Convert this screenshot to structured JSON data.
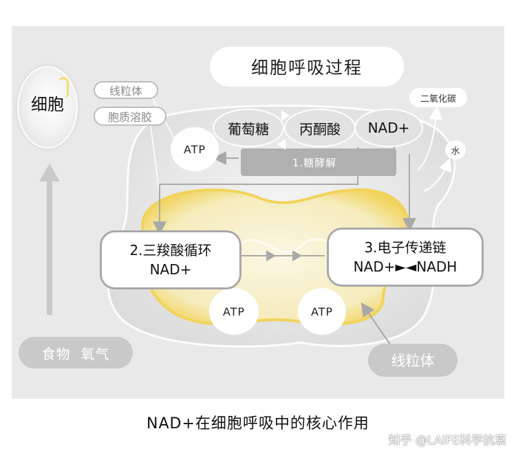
{
  "diagram": {
    "title": "细胞呼吸过程",
    "cell_label": "细胞",
    "cell_parts": [
      "线粒体",
      "胞质溶胶"
    ],
    "glycolysis_molecules": [
      "葡萄糖",
      "丙酮酸",
      "NAD+"
    ],
    "glycolysis_label": "1.糖酵解",
    "tca_box": {
      "line1": "2.三羧酸循环",
      "line2": "NAD+"
    },
    "etc_box": {
      "line1": "3.电子传递链",
      "line2": "NAD+►◄NADH"
    },
    "atp_label": "ATP",
    "outputs": [
      "二氧化碳",
      "水"
    ],
    "inputs_label": "食物  氧气",
    "mito_label": "线粒体"
  },
  "caption": "NAD+在细胞呼吸中的核心作用",
  "watermark": "知乎 @LAIFE科学抗衰",
  "colors": {
    "panel_bg": "#e9e9e9",
    "mitochondria_yellow": "#f3dc6a",
    "arrow_gray": "#a9a9a9",
    "label_gray": "#c9c9c9"
  }
}
